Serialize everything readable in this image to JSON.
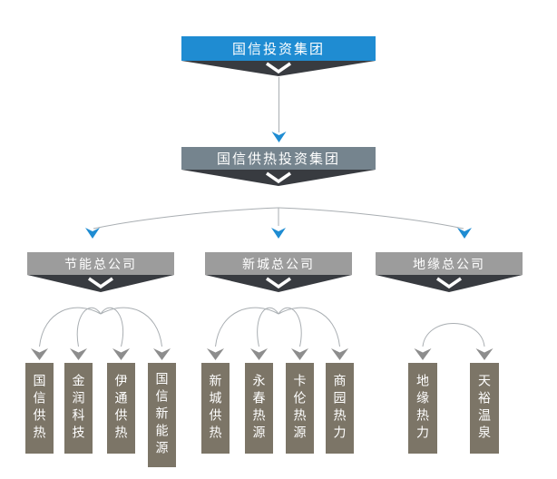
{
  "colors": {
    "accent_blue": "#1f8cd2",
    "dark_chevron": "#383b40",
    "slate": "#75848e",
    "division_gray": "#9c9c9c",
    "subsidiary_taupe": "#7c7567",
    "connector_line": "#a9aeb2",
    "connector_arrow_gray": "#8d8d8d"
  },
  "org": {
    "root": {
      "label": "国信投资集团"
    },
    "holding": {
      "label": "国信供热投资集团"
    },
    "divisions": [
      {
        "label": "节能总公司",
        "children": [
          "国信供热",
          "金润科技",
          "伊通供热",
          "国信新能源"
        ]
      },
      {
        "label": "新城总公司",
        "children": [
          "新城供热",
          "永春热源",
          "卡伦热源",
          "商园热力"
        ]
      },
      {
        "label": "地缘总公司",
        "children": [
          "地缘热力",
          "天裕温泉"
        ]
      }
    ]
  }
}
